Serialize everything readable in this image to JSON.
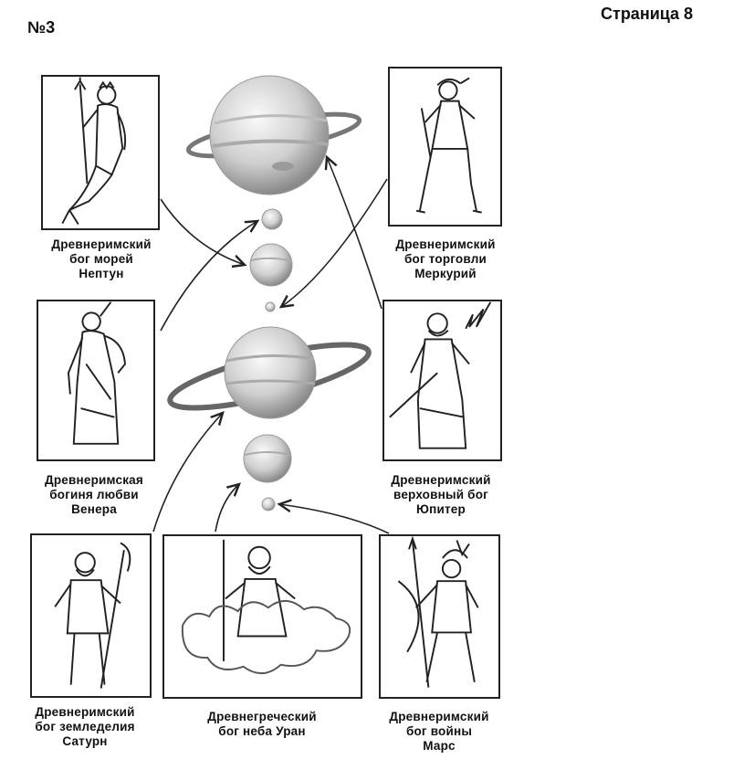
{
  "header": {
    "task_number": "№3",
    "page_number": "Страница 8"
  },
  "gods": {
    "neptune": {
      "lines": [
        "Древнеримский",
        "бог морей",
        "Нептун"
      ]
    },
    "mercury": {
      "lines": [
        "Древнеримский",
        "бог торговли",
        "Меркурий"
      ]
    },
    "venus": {
      "lines": [
        "Древнеримская",
        "богиня любви",
        "Венера"
      ]
    },
    "jupiter": {
      "lines": [
        "Древнеримский",
        "верховный бог",
        "Юпитер"
      ]
    },
    "saturn": {
      "lines": [
        "Древнеримский",
        "бог земледелия",
        "Сатурн"
      ]
    },
    "uranus": {
      "lines": [
        "Древнегреческий",
        "бог неба Уран"
      ]
    },
    "mars": {
      "lines": [
        "Древнеримский",
        "бог войны",
        "Марс"
      ]
    }
  },
  "colors": {
    "ink": "#222222",
    "planet_light": "#f2f2f2",
    "planet_dark": "#8a8a8a"
  }
}
